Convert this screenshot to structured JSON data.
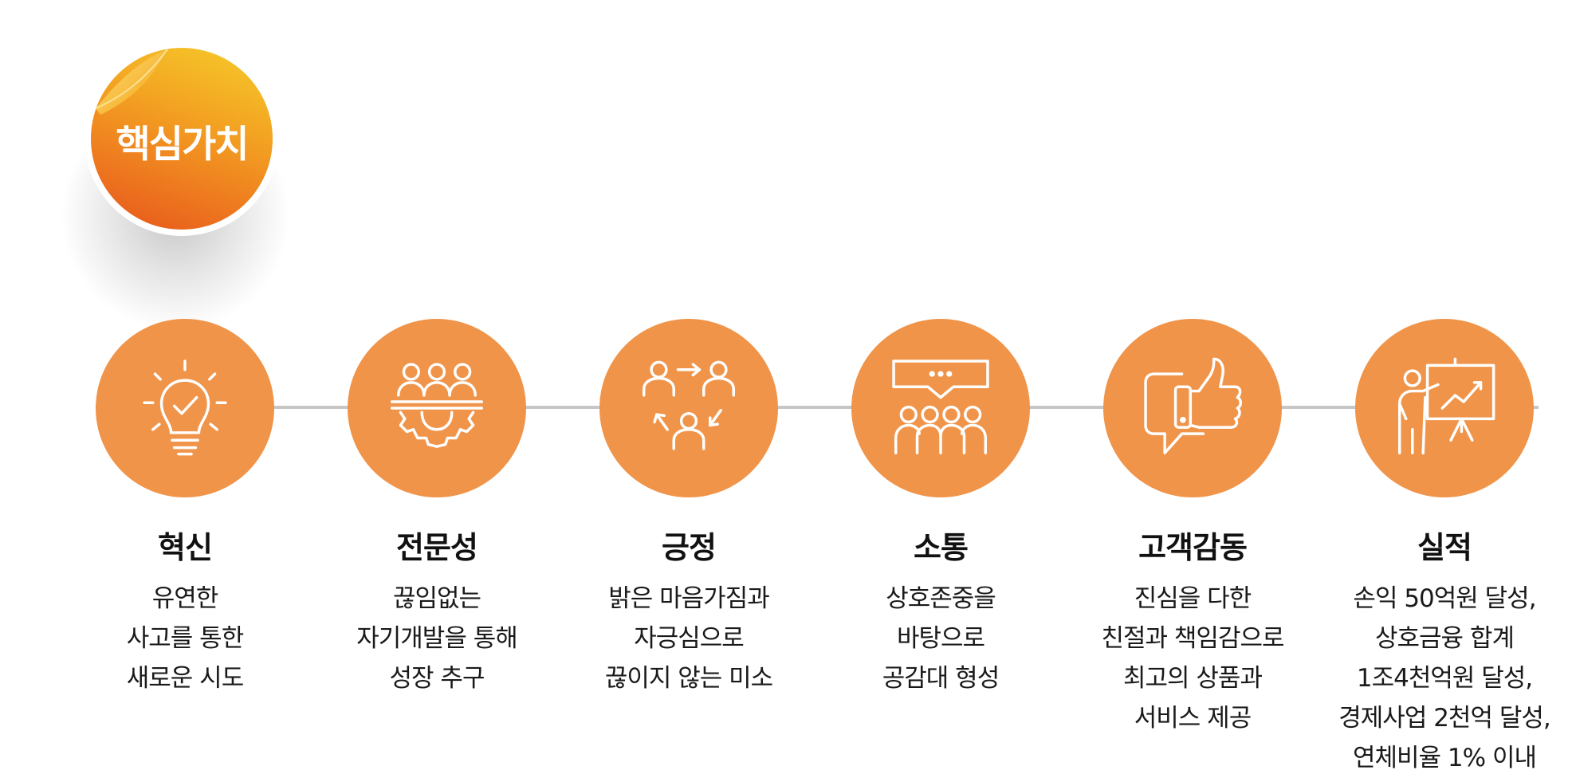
{
  "badge": {
    "title": "핵심가치"
  },
  "values": [
    {
      "title": "혁신",
      "icon": "lightbulb-check-icon",
      "lines": [
        "유연한",
        "사고를 통한",
        "새로운 시도"
      ]
    },
    {
      "title": "전문성",
      "icon": "team-gear-icon",
      "lines": [
        "끊임없는",
        "자기개발을 통해",
        "성장 추구"
      ]
    },
    {
      "title": "긍정",
      "icon": "people-cycle-icon",
      "lines": [
        "밝은 마음가짐과",
        "자긍심으로",
        "끊이지 않는 미소"
      ]
    },
    {
      "title": "소통",
      "icon": "chat-group-icon",
      "lines": [
        "상호존중을",
        "바탕으로",
        "공감대 형성"
      ]
    },
    {
      "title": "고객감동",
      "icon": "thumbs-up-bubble-icon",
      "lines": [
        "진심을 다한",
        "친절과 책임감으로",
        "최고의 상품과",
        "서비스 제공"
      ]
    },
    {
      "title": "실적",
      "icon": "presentation-growth-icon",
      "lines": [
        "손익 50억원 달성,",
        "상호금융 합계",
        "1조4천억원 달성,",
        "경제사업 2천억 달성,",
        "연체비율 1% 이내"
      ]
    }
  ],
  "colors": {
    "circle": "#f0944a",
    "connector": "#c8c6c4",
    "badge_top": "#f6cc2a",
    "badge_bottom": "#e6541c"
  }
}
